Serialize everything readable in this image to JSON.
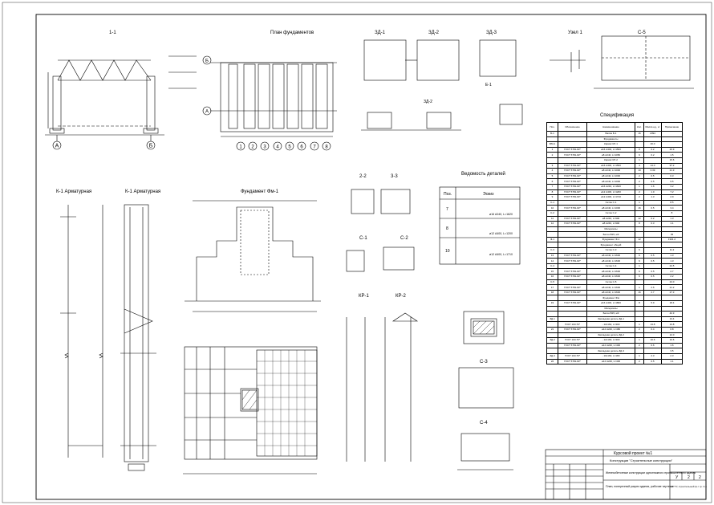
{
  "sheet": {
    "titles": {
      "section_1_1": "1-1",
      "foundation_plan": "План фундаментов",
      "zd1": "ЗД-1",
      "zd2": "ЗД-2",
      "zd3": "ЗД-3",
      "node1": "Узел 1",
      "s5": "С-5",
      "k1_anchor": "К-1 Арматурная",
      "k1_arm": "К-1 Арматурная",
      "fund_m1": "Фундамент Фм-1",
      "s2_2": "2-2",
      "s3_3": "3-3",
      "bar_bending": "Ведомость деталей",
      "s_1": "С-1",
      "s_2": "С-2",
      "kr1": "КР-1",
      "kr2": "КР-2",
      "s_3": "С-3",
      "s_4": "С-4",
      "spec": "Спецификация",
      "e1": "Е-1",
      "zd2_small": "ЗД-2"
    },
    "axis_labels": [
      "А",
      "Б"
    ],
    "plan_axes": [
      "1",
      "2",
      "3",
      "4",
      "5",
      "6",
      "7",
      "8"
    ],
    "bar_table": {
      "headers": [
        "Поз.",
        "Эскиз"
      ],
      "rows": [
        {
          "pos": "7",
          "note": "ø16 А240, L=1620"
        },
        {
          "pos": "8",
          "note": "ø12 А400, L=1200"
        },
        {
          "pos": "10",
          "note": "ø12 А400, L=1710"
        }
      ]
    },
    "spec_table": {
      "headers": [
        "Поз.",
        "Обозначение",
        "Наименование",
        "Кол.",
        "Масса ед., кг",
        "Примечание"
      ],
      "rows": [
        [
          "Б-1",
          "",
          "Балка Б-1",
          "16",
          "2394",
          ""
        ],
        [
          "",
          "",
          "Фундаменты",
          "",
          "",
          ""
        ],
        [
          "ФМ-1",
          "",
          "Каркас КР-1",
          "",
          "40.0",
          ""
        ],
        [
          "1",
          "ГОСТ 5781-82*",
          "ø16 А400, L=1560",
          "8",
          "0.2",
          "26.9"
        ],
        [
          "2",
          "ГОСТ 5781-82*",
          "ø8 А240, L=1050",
          "9",
          "0.2",
          "1.5"
        ],
        [
          "",
          "",
          "Каркас КР-2",
          "1",
          "",
          "15.6"
        ],
        [
          "3",
          "ГОСТ 5781-82*",
          "ø16 А400, L=1560",
          "4",
          "14.0",
          "97.2"
        ],
        [
          "4",
          "ГОСТ 5781-82*",
          "ø8 А240, L=1000",
          "10",
          "0.39",
          "21.3"
        ],
        [
          "5",
          "ГОСТ 5781-82*",
          "ø8 А240, L=1000",
          "2",
          "0.5",
          "0.3"
        ],
        [
          "6",
          "ГОСТ 5781-82*",
          "ø8 А240, L=1000",
          "2",
          "0.5",
          "9.5"
        ],
        [
          "7",
          "ГОСТ 5781-82*",
          "ø16 А240, L=1620",
          "1",
          "1.6",
          "3.2"
        ],
        [
          "8",
          "ГОСТ 5781-82*",
          "ø12 А400, L=1200",
          "2",
          "1.0",
          "7.2"
        ],
        [
          "9",
          "ГОСТ 5781-82*",
          "ø12 А400, L=1710",
          "2",
          "1.3",
          "2.9"
        ],
        [
          "С-1",
          "",
          "Сетка С-1",
          "1",
          "",
          "8.5"
        ],
        [
          "10",
          "ГОСТ 5781-82*",
          "ø8 А240, L=1000",
          "16",
          "0.5",
          "3.4"
        ],
        [
          "С-2",
          "",
          "Сетка С-2",
          "",
          "",
          "8"
        ],
        [
          "11",
          "ГОСТ 5781-82*",
          "ø8 А240, L=900",
          "12",
          "0.2",
          "1.3"
        ],
        [
          "12",
          "ГОСТ 5781-82*",
          "ø8 А240, L=900",
          "8",
          "0.3",
          "1.1"
        ],
        [
          "",
          "",
          "Материалы",
          "",
          "",
          ""
        ],
        [
          "",
          "",
          "Бетон В15, м3",
          "",
          "",
          "45"
        ],
        [
          "Ф-1",
          "",
          "Фундамент Ф-1",
          "12",
          "",
          "1941.2"
        ],
        [
          "",
          "",
          "Фундамент общий",
          "",
          "",
          ""
        ],
        [
          "С-3",
          "",
          "Сетка С-3",
          "6",
          "",
          "11.2"
        ],
        [
          "13",
          "ГОСТ 5781-82*",
          "ø8 А240, L=1600",
          "6",
          "0.5",
          "1.3"
        ],
        [
          "14",
          "ГОСТ 5781-82*",
          "ø8 А240, L=1600",
          "6",
          "0.5",
          "1.3"
        ],
        [
          "С-4",
          "",
          "Сетка С-4",
          "1",
          "",
          "24.5"
        ],
        [
          "15",
          "ГОСТ 5781-82*",
          "ø8 А240, L=1600",
          "6",
          "0.5",
          "2.7"
        ],
        [
          "16",
          "ГОСТ 5781-82*",
          "ø8 А240, L=1600",
          "6",
          "0.5",
          "2.2"
        ],
        [
          "С-5",
          "",
          "Сетка С-5",
          "",
          "",
          "24.0"
        ],
        [
          "17",
          "ГОСТ 5781-82*",
          "ø8 А240, L=1600",
          "1",
          "2.6",
          "21.2"
        ],
        [
          "18",
          "ГОСТ 5781-82*",
          "ø8 А240, L=1600",
          "16",
          "2.7",
          "27.3"
        ],
        [
          "",
          "",
          "Фундамент Фм",
          "",
          "",
          ""
        ],
        [
          "19",
          "ГОСТ 5781-82*",
          "ø16 А400, L=1800",
          "8",
          "5.9",
          "18.4"
        ],
        [
          "",
          "",
          "Материалы",
          "",
          "",
          ""
        ],
        [
          "",
          "",
          "Бетон В15, м3",
          "",
          "",
          "42.3"
        ],
        [
          "ЗД-1",
          "",
          "Закладная деталь ЗД-1",
          "",
          "",
          "13.4"
        ],
        [
          "",
          "ГОСТ 103-76*",
          "- 12х160, L=300",
          "1",
          "13.8",
          "13.8"
        ],
        [
          "21",
          "ГОСТ 5781-82*",
          "ø12 А240, L=480",
          "2",
          "0.4",
          "0.8"
        ],
        [
          "",
          "",
          "Закладная деталь ЗД-2",
          "",
          "",
          "12.0"
        ],
        [
          "ЗД-2",
          "ГОСТ 103-76*",
          "- 12х160, L=300",
          "1",
          "10.6",
          "10.6"
        ],
        [
          "",
          "ГОСТ 5781-82*",
          "ø12 А240, L=400",
          "2",
          "0.6",
          "1.6"
        ],
        [
          "",
          "",
          "Закладная деталь ЗД-3",
          "",
          "",
          "3.5"
        ],
        [
          "ЗД-3",
          "ГОСТ 103-76*",
          "- 10х160, L=180",
          "1",
          "2.3",
          "2.3"
        ],
        [
          "22",
          "ГОСТ 5781-82*",
          "ø12 А240, L=400",
          "2",
          "0.5",
          "1.1"
        ]
      ]
    },
    "stamp": {
      "course_project": "Курсовой проект №1",
      "discipline": "Конструкции \"Строительные конструкции\"",
      "object": "Железобетонные конструкции одноэтажного промышленного здания",
      "sheet_title": "План, поперечный разрез здания, рабочие чертежи",
      "stage": "У",
      "sheet_no": "2",
      "sheets": "2",
      "org": "НГТУ, строительный ф-т гр. С-1"
    }
  }
}
